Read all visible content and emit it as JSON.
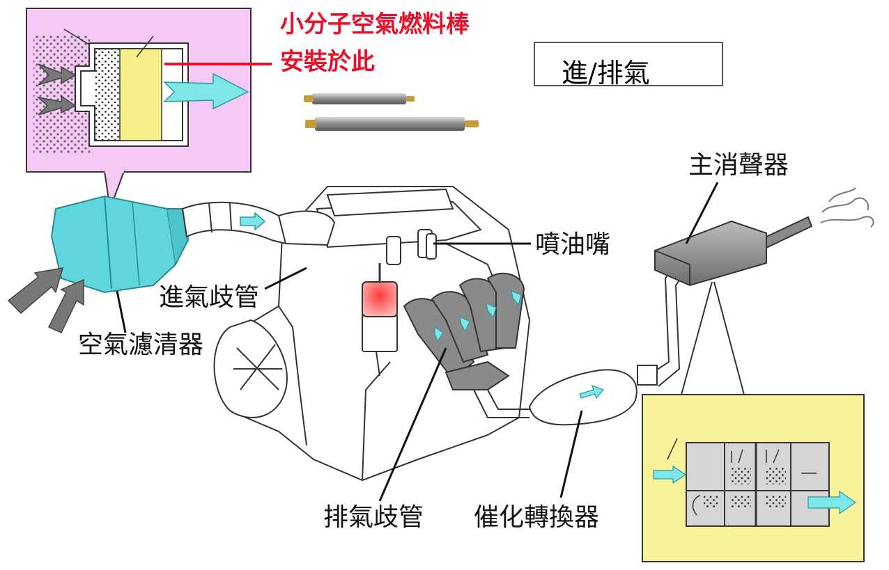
{
  "title": "進/排氣",
  "callout": {
    "line1": "小分子空氣燃料棒",
    "line2": "安裝於此"
  },
  "labels": {
    "air_filter": "空氣濾清器",
    "intake_manifold": "進氣歧管",
    "injector": "噴油嘴",
    "exhaust_manifold": "排氣歧管",
    "catalytic_converter": "催化轉換器",
    "main_muffler": "主消聲器"
  },
  "colors": {
    "callout_text": "#e8102a",
    "filter_box_bg": "#f5c8f5",
    "muffler_box_bg": "#f8f39a",
    "flow_arrow": "#7ee6e6",
    "air_filter_body": "#5ed6dc",
    "filter_element": "#f7f08a"
  }
}
